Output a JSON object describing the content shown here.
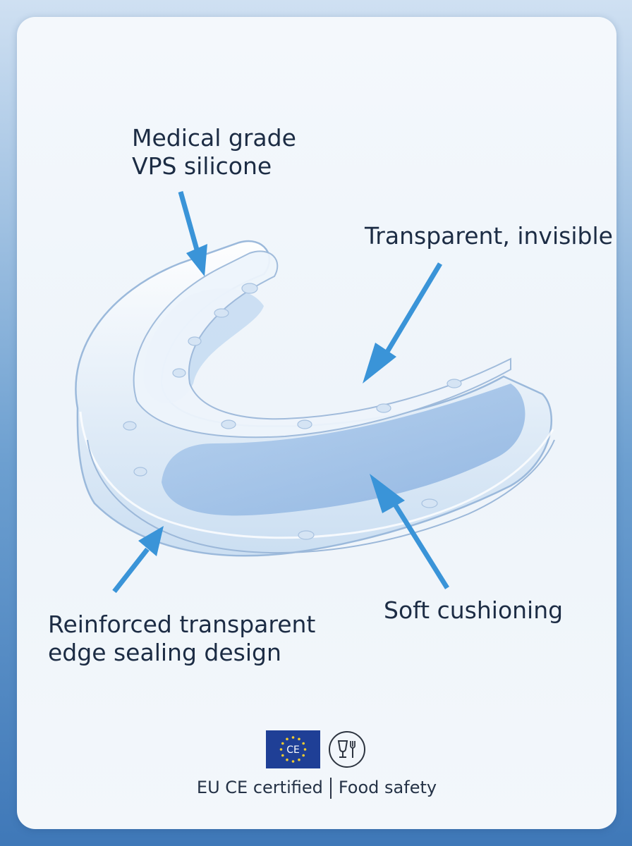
{
  "labels": {
    "medical": [
      "Medical grade",
      "VPS silicone"
    ],
    "transparent": "Transparent, invisible",
    "soft": "Soft cushioning",
    "edge": [
      "Reinforced transparent",
      "edge sealing design"
    ]
  },
  "certifications": {
    "eu_ce": "EU CE certified",
    "food_safety": "Food safety"
  },
  "badges": {
    "eu_flag_text": "CE"
  },
  "colors": {
    "arrow": "#3a94d8",
    "eu_flag": "#1f3f96",
    "eu_stars": "#f2cc30",
    "text": "#1c2c44"
  }
}
